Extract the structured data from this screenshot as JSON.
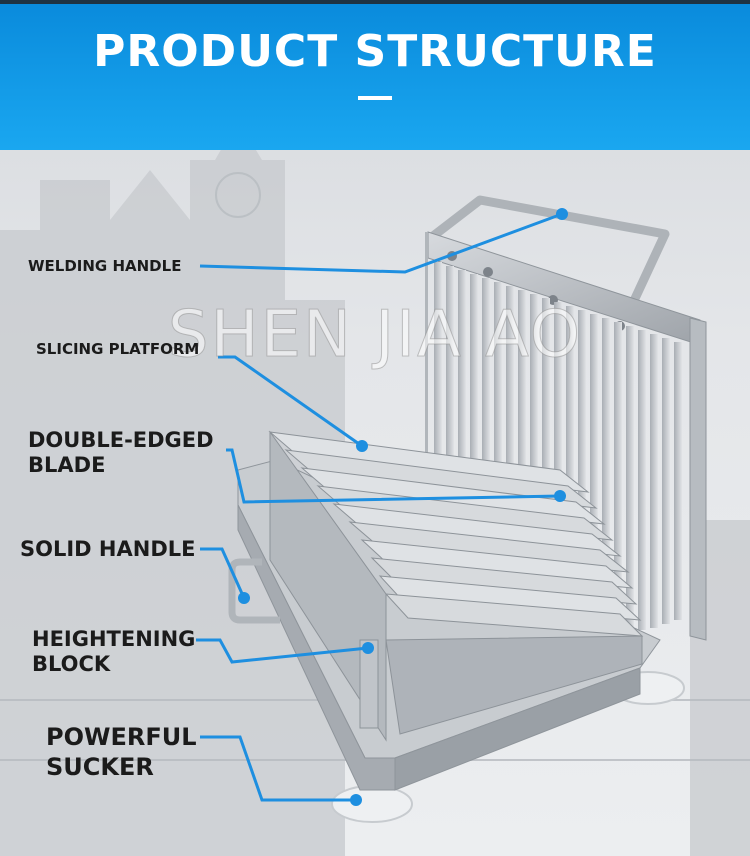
{
  "header": {
    "title": "PRODUCT STRUCTURE"
  },
  "watermark": "SHEN JIA AO",
  "labels": {
    "welding_handle": "WELDING HANDLE",
    "slicing_platform": "SLICING PLATFORM",
    "double_edged_blade_1": "DOUBLE-EDGED",
    "double_edged_blade_2": "BLADE",
    "solid_handle": "SOLID HANDLE",
    "heightening_block_1": "HEIGHTENING",
    "heightening_block_2": "BLOCK",
    "powerful_sucker_1": "POWERFUL",
    "powerful_sucker_2": "SUCKER"
  },
  "colors": {
    "header_blue": "#0a8bdc",
    "callout_blue": "#1e8fe0",
    "text": "#1b1b1b",
    "steel": "#b9bdc2"
  }
}
